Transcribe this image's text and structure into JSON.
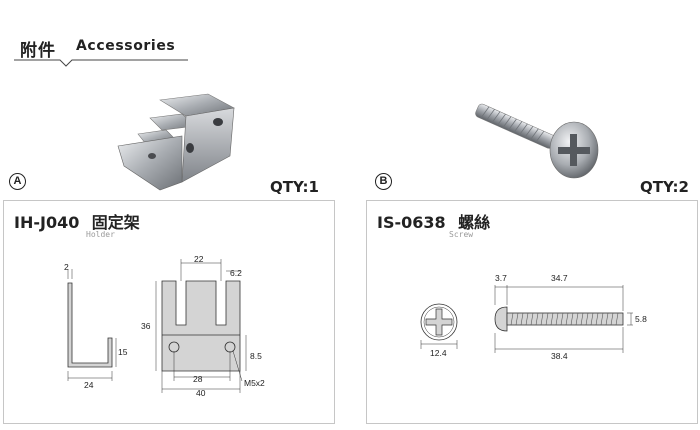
{
  "header": {
    "title_zh": "附件",
    "title_en": "Accessories"
  },
  "items": [
    {
      "marker": "A",
      "qty": "QTY:1",
      "code": "IH-J040",
      "name_zh": "固定架",
      "name_en": "Holder",
      "dims": {
        "side_thickness": "2",
        "side_width": "24",
        "side_height": "15",
        "slot_gap": "22",
        "slot_width": "6.2",
        "height": "36",
        "hole_height": "8.5",
        "hole_spacing": "28",
        "total_width": "40",
        "hole_size": "M5x2"
      }
    },
    {
      "marker": "B",
      "qty": "QTY:2",
      "code": "IS-0638",
      "name_zh": "螺絲",
      "name_en": "Screw",
      "dims": {
        "head_length": "3.7",
        "thread_length": "34.7",
        "diameter": "5.8",
        "head_diameter": "12.4",
        "total_length": "38.4"
      }
    }
  ],
  "colors": {
    "panel_border": "#c6c6c6",
    "fill_gray": "#d4d4d4",
    "text": "#222222"
  }
}
